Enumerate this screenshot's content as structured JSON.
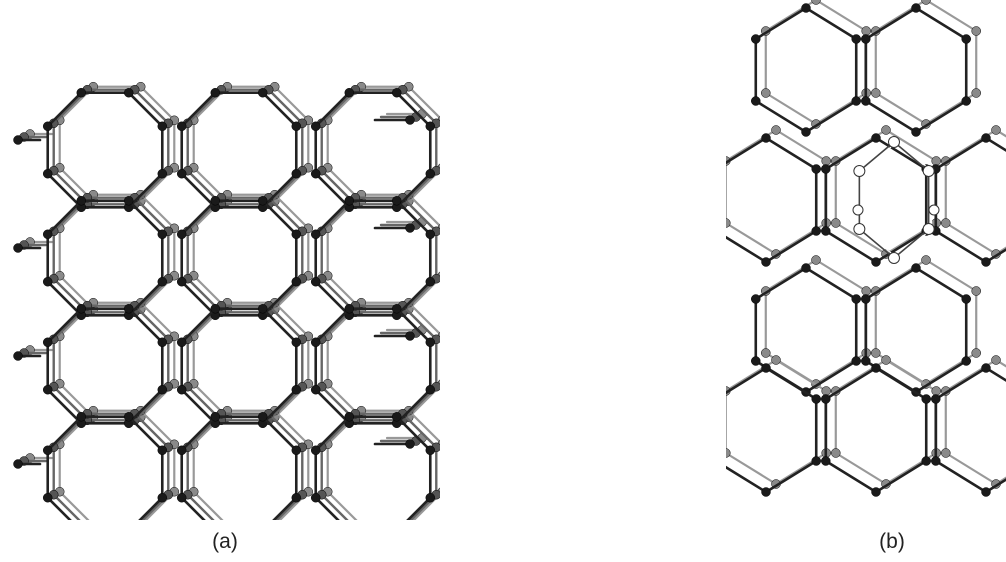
{
  "panels": [
    {
      "id": "a",
      "label": "(a)",
      "view": "honeycomb-channel-view"
    },
    {
      "id": "b",
      "label": "(b)",
      "view": "stacked-cage-view"
    }
  ],
  "colors": {
    "atom_dark": "#1a1a1a",
    "atom_mid": "#555555",
    "atom_light": "#8a8a8a",
    "atom_highlight": "#ffffff",
    "bond_dark": "#222222",
    "bond_mid": "#666666",
    "bond_light": "#999999",
    "background": "#ffffff"
  }
}
